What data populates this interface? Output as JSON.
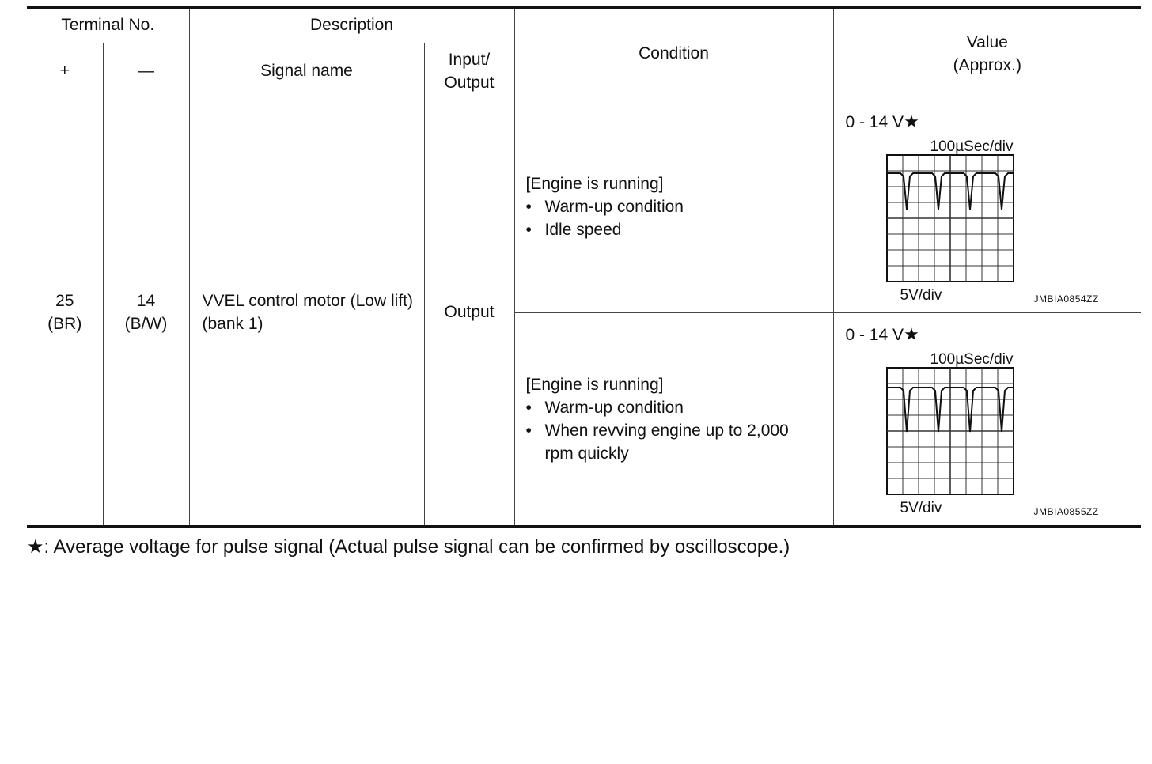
{
  "header": {
    "terminal_no": "Terminal No.",
    "plus": "+",
    "minus": "—",
    "description": "Description",
    "signal_name": "Signal name",
    "input_output": "Input/ Output",
    "condition": "Condition",
    "value": "Value (Approx.)"
  },
  "row": {
    "plus_terminal": "25 (BR)",
    "minus_terminal": "14 (B/W)",
    "signal_name": "VVEL control motor (Low lift) (bank 1)",
    "io": "Output",
    "conditions": [
      {
        "header": "[Engine is running]",
        "bullets": [
          "Warm-up condition",
          "Idle speed"
        ],
        "value": "0 - 14 V",
        "timebase": "100µSec/div",
        "voltdiv": "5V/div",
        "figure_id": "JMBIA0854ZZ"
      },
      {
        "header": "[Engine is running]",
        "bullets": [
          "Warm-up condition",
          "When revving engine up to 2,000 rpm quickly"
        ],
        "value": "0 - 14 V",
        "timebase": "100µSec/div",
        "voltdiv": "5V/div",
        "figure_id": "JMBIA0855ZZ"
      }
    ]
  },
  "footnote": {
    "star": "★",
    "text": ": Average voltage for pulse signal (Actual pulse signal can be confirmed by oscilloscope.)"
  }
}
